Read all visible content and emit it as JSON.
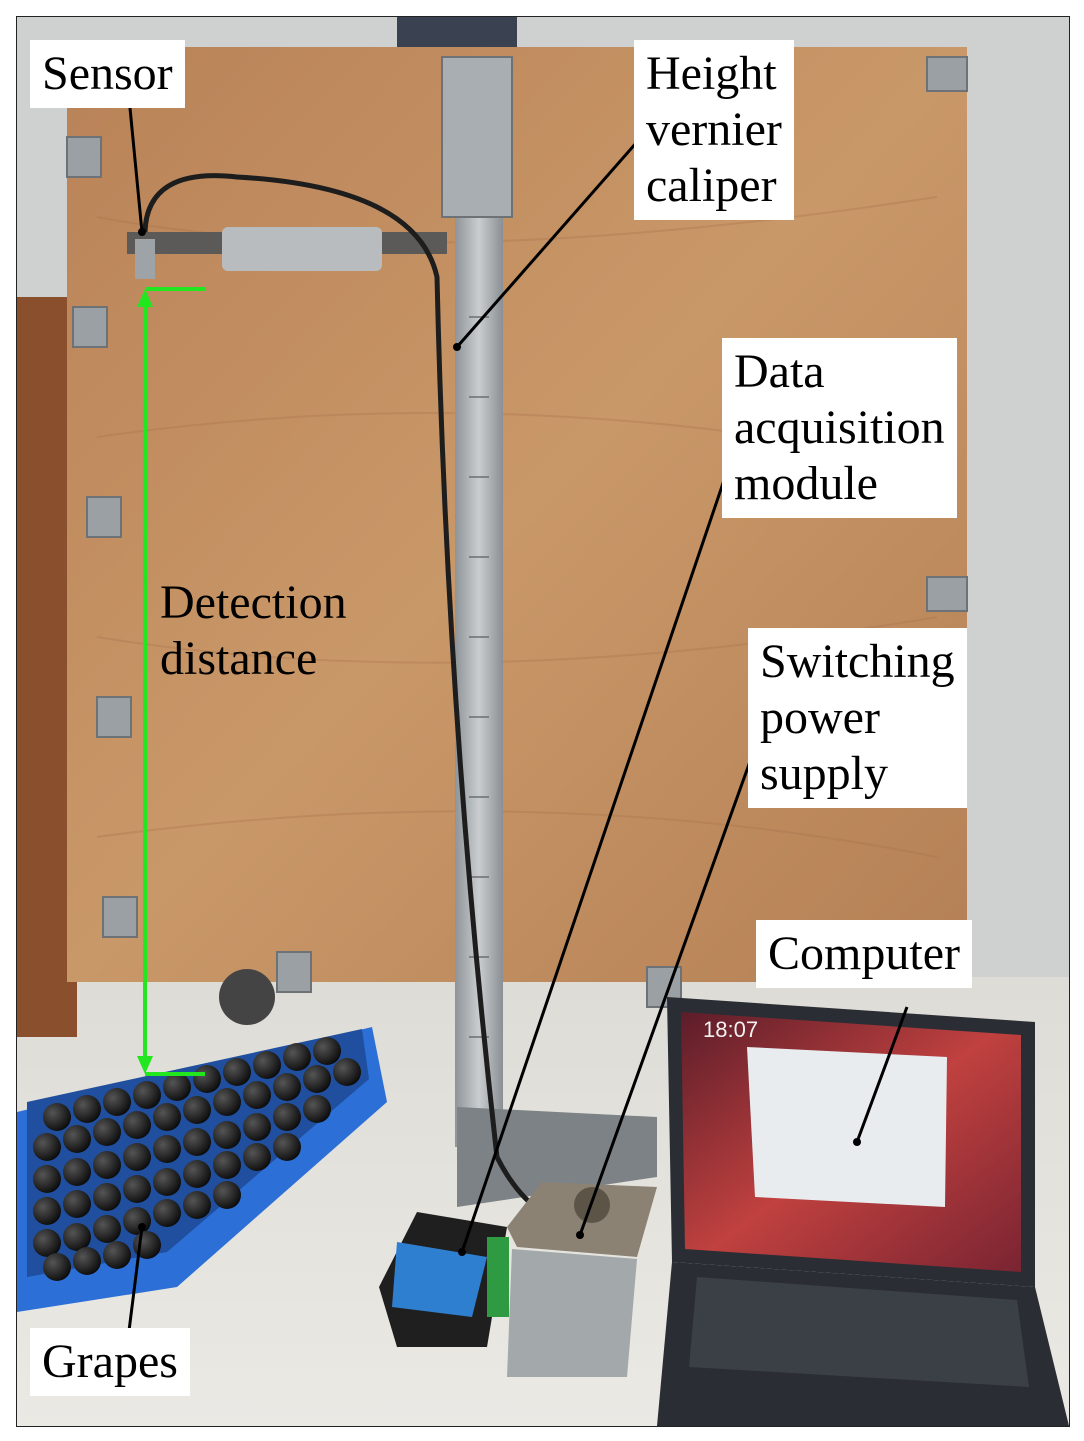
{
  "labels": {
    "sensor": "Sensor",
    "caliper": "Height\nvernier\ncaliper",
    "daq": "Data\nacquisition\nmodule",
    "power": "Switching\npower\nsupply",
    "computer": "Computer",
    "grapes": "Grapes",
    "distance": "Detection\ndistance"
  },
  "screen": {
    "time": "18:07"
  },
  "colors": {
    "board": "#c08a5e",
    "floor": "#e4e2dc",
    "tray": "#2c6fd6",
    "arrow": "#22e61e",
    "laptop": "#2a2d33",
    "wallpaper": "#b83c3c"
  }
}
